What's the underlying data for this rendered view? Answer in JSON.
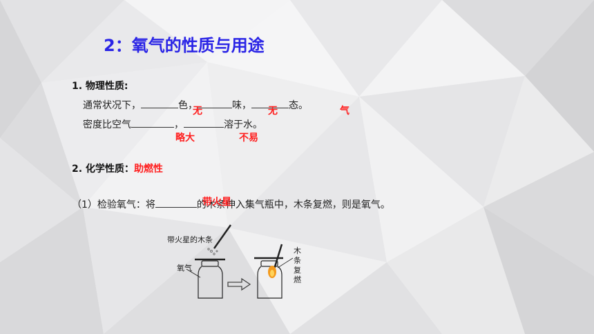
{
  "title": "2：氧气的性质与用途",
  "physical": {
    "heading": "1. 物理性质:",
    "line1": {
      "p1": "通常状况下，",
      "p2": "色",
      "p3": "，",
      "p4": "味，",
      "p5": "态。"
    },
    "line2": {
      "p1": "密度比空气",
      "p2": "，",
      "p3": "溶于水。"
    },
    "answers": {
      "color": "无",
      "smell": "无",
      "state": "气",
      "density": "略大",
      "solubility": "不易"
    }
  },
  "chemical": {
    "heading_prefix": "2. 化学性质：",
    "heading_answer": "助燃性",
    "test": {
      "p1": "（1）检验氧气：将",
      "p2": "的木条伸入集气瓶中，木条复燃，则是氧气。",
      "answer": "带火星"
    }
  },
  "figure": {
    "label_splint": "带火星的木条",
    "label_oxygen": "氧气",
    "label_relight": [
      "木",
      "条",
      "复",
      "燃"
    ]
  },
  "colors": {
    "title": "#2a24e6",
    "answer": "#ff1e1e"
  }
}
